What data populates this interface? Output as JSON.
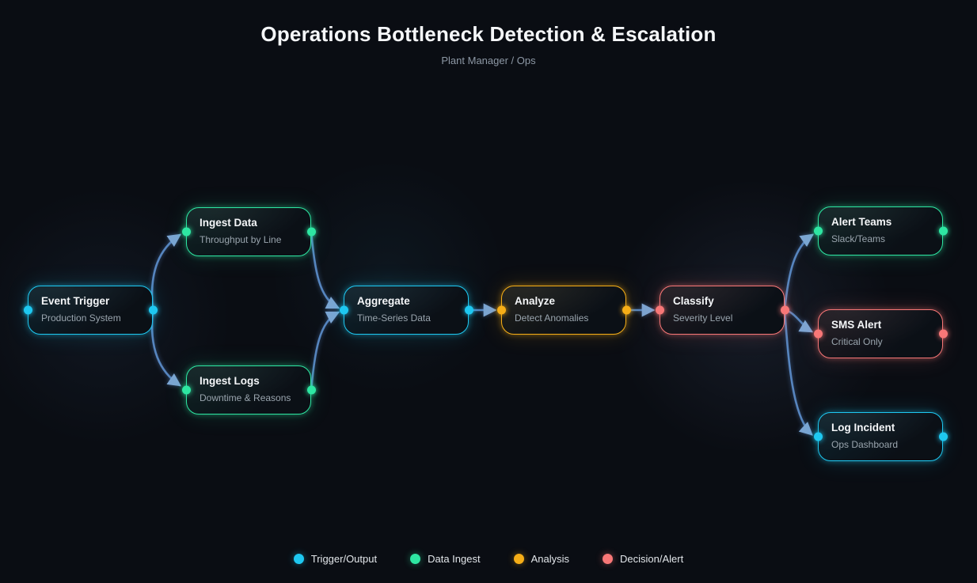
{
  "header": {
    "title": "Operations Bottleneck Detection & Escalation",
    "subtitle": "Plant Manager / Ops"
  },
  "colors": {
    "trigger_output": "#1ec8f1",
    "data_ingest": "#2ee6a2",
    "analysis": "#f6ae17",
    "decision_alert": "#f87777",
    "edge": "#5b8cc8",
    "background": "#0a0d13"
  },
  "nodes": [
    {
      "id": "event-trigger",
      "title": "Event Trigger",
      "subtitle": "Production System",
      "category": "trigger_output"
    },
    {
      "id": "ingest-data",
      "title": "Ingest Data",
      "subtitle": "Throughput by Line",
      "category": "data_ingest"
    },
    {
      "id": "ingest-logs",
      "title": "Ingest Logs",
      "subtitle": "Downtime & Reasons",
      "category": "data_ingest"
    },
    {
      "id": "aggregate",
      "title": "Aggregate",
      "subtitle": "Time-Series Data",
      "category": "trigger_output"
    },
    {
      "id": "analyze",
      "title": "Analyze",
      "subtitle": "Detect Anomalies",
      "category": "analysis"
    },
    {
      "id": "classify",
      "title": "Classify",
      "subtitle": "Severity Level",
      "category": "decision_alert"
    },
    {
      "id": "alert-teams",
      "title": "Alert Teams",
      "subtitle": "Slack/Teams",
      "category": "data_ingest"
    },
    {
      "id": "sms-alert",
      "title": "SMS Alert",
      "subtitle": "Critical Only",
      "category": "decision_alert"
    },
    {
      "id": "log-incident",
      "title": "Log Incident",
      "subtitle": "Ops Dashboard",
      "category": "trigger_output"
    }
  ],
  "edges": [
    {
      "source": "event-trigger",
      "target": "ingest-data"
    },
    {
      "source": "event-trigger",
      "target": "ingest-logs"
    },
    {
      "source": "ingest-data",
      "target": "aggregate"
    },
    {
      "source": "ingest-logs",
      "target": "aggregate"
    },
    {
      "source": "aggregate",
      "target": "analyze"
    },
    {
      "source": "analyze",
      "target": "classify"
    },
    {
      "source": "classify",
      "target": "alert-teams"
    },
    {
      "source": "classify",
      "target": "sms-alert"
    },
    {
      "source": "classify",
      "target": "log-incident"
    }
  ],
  "legend": {
    "items": [
      {
        "label": "Trigger/Output",
        "color": "#1ec8f1"
      },
      {
        "label": "Data Ingest",
        "color": "#2ee6a2"
      },
      {
        "label": "Analysis",
        "color": "#f6ae17"
      },
      {
        "label": "Decision/Alert",
        "color": "#f87777"
      }
    ]
  }
}
